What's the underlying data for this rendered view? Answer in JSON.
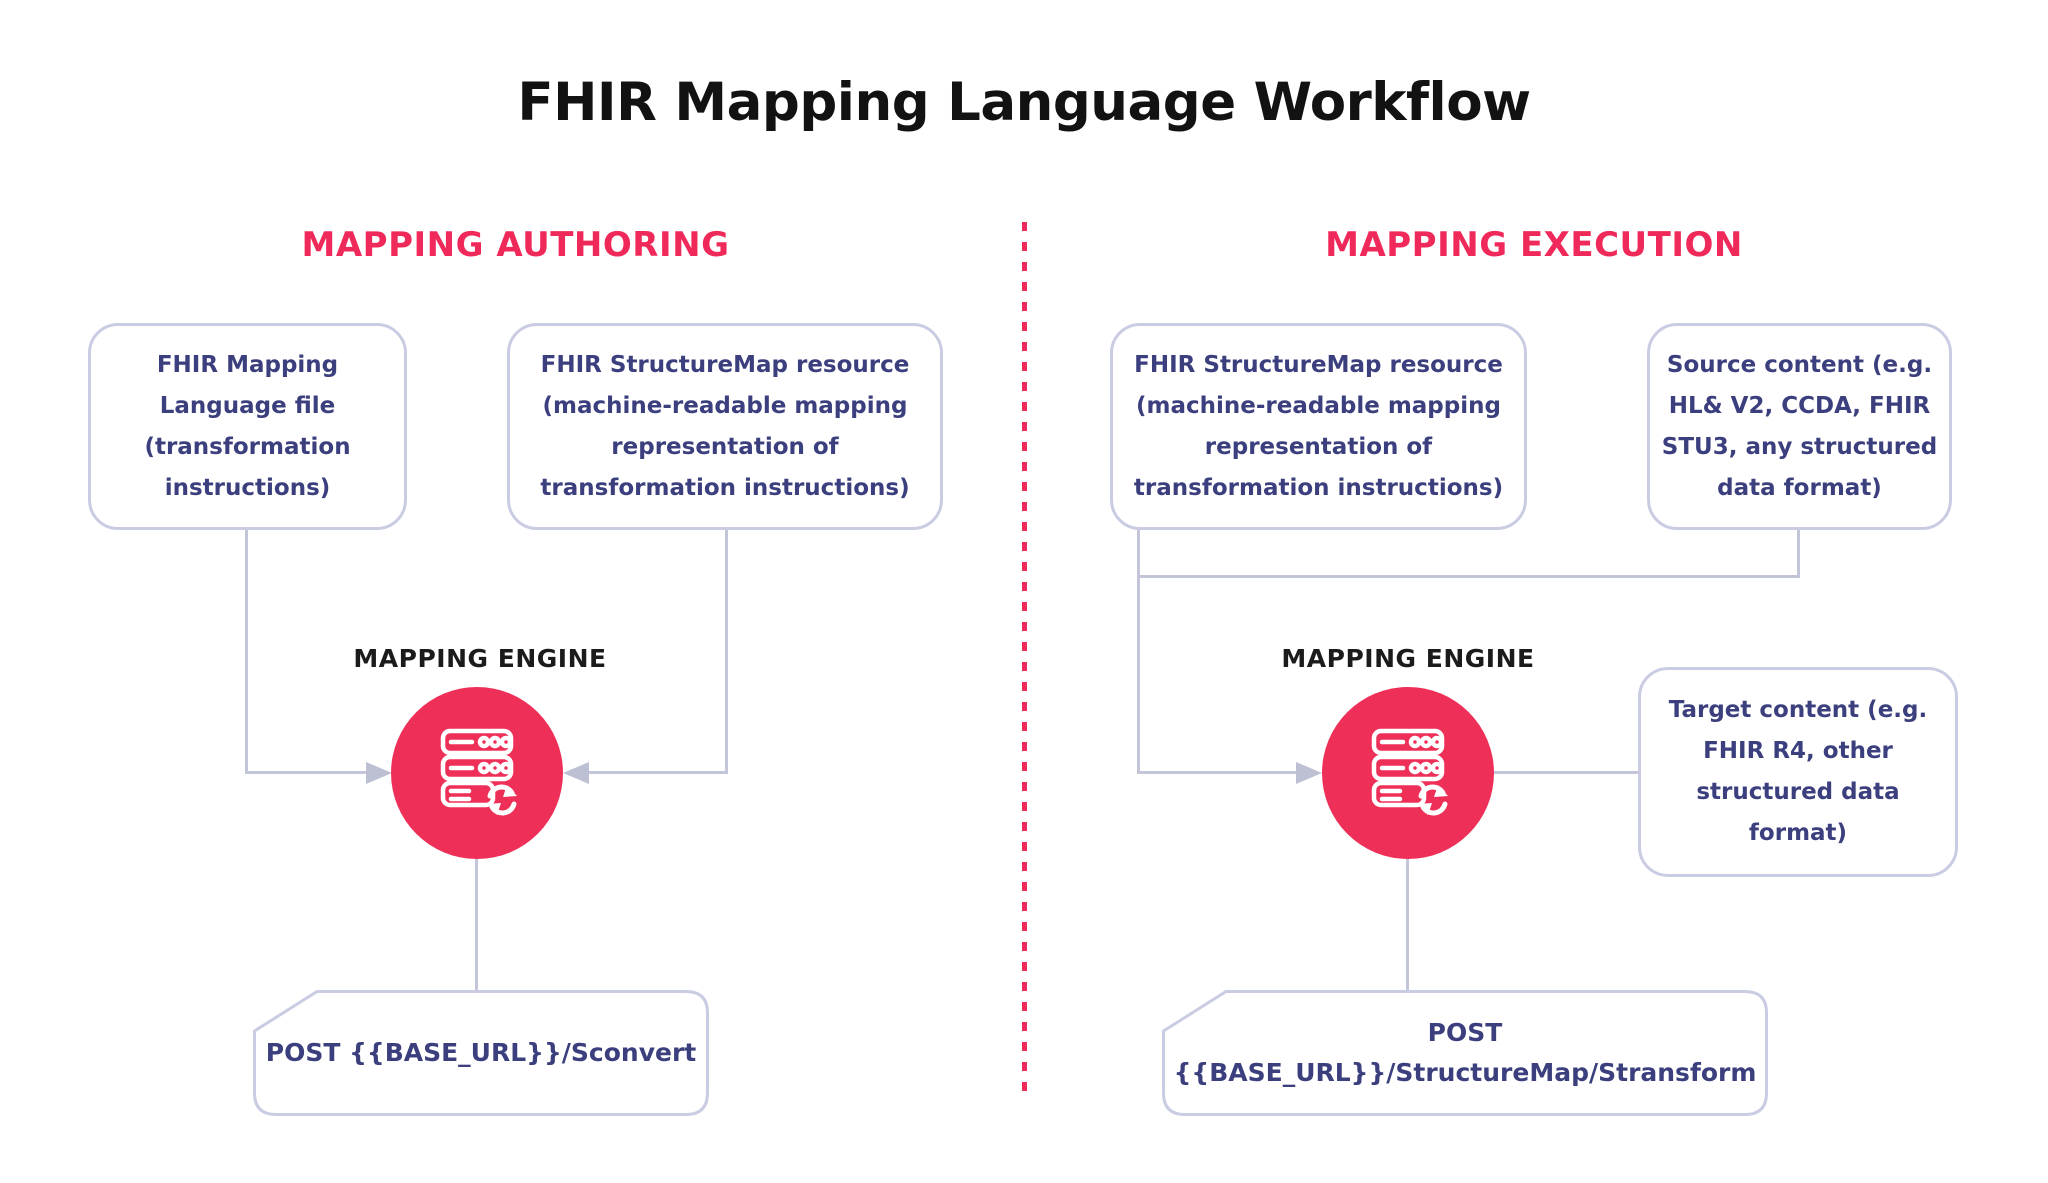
{
  "title": "FHIR Mapping Language Workflow",
  "colors": {
    "accent_pink": "#EF2A5A",
    "engine_circle_pink": "#EE3059",
    "box_text_indigo": "#3B3F7D",
    "box_border_lavender": "#C9CCE2",
    "connector_gray": "#C3C6D8",
    "title_black": "#121212"
  },
  "icons": {
    "mapping_engine": "server-sync-icon",
    "connector_arrow_right": "arrow-right-icon",
    "connector_arrow_left": "arrow-left-icon"
  },
  "authoring": {
    "header": "MAPPING AUTHORING",
    "engine_label": "MAPPING ENGINE",
    "box_fml": {
      "lines": [
        "FHIR Mapping",
        "Language file",
        "(transformation",
        "instructions)"
      ]
    },
    "box_structuremap": {
      "lines": [
        "FHIR StructureMap resource",
        "(machine-readable mapping",
        "representation of",
        "transformation instructions)"
      ]
    },
    "post_endpoint": {
      "lines": [
        "POST {{BASE_URL}}/Sconvert"
      ]
    }
  },
  "execution": {
    "header": "MAPPING EXECUTION",
    "engine_label": "MAPPING ENGINE",
    "box_structuremap": {
      "lines": [
        "FHIR StructureMap resource",
        "(machine-readable mapping",
        "representation of",
        "transformation instructions)"
      ]
    },
    "box_source": {
      "lines": [
        "Source content (e.g.",
        "HL& V2, CCDA, FHIR",
        "STU3, any structured",
        "data format)"
      ]
    },
    "box_target": {
      "lines": [
        "Target content (e.g.",
        "FHIR R4, other",
        "structured data",
        "format)"
      ]
    },
    "post_endpoint": {
      "lines": [
        "POST",
        "{{BASE_URL}}/StructureMap/Stransform"
      ]
    }
  }
}
